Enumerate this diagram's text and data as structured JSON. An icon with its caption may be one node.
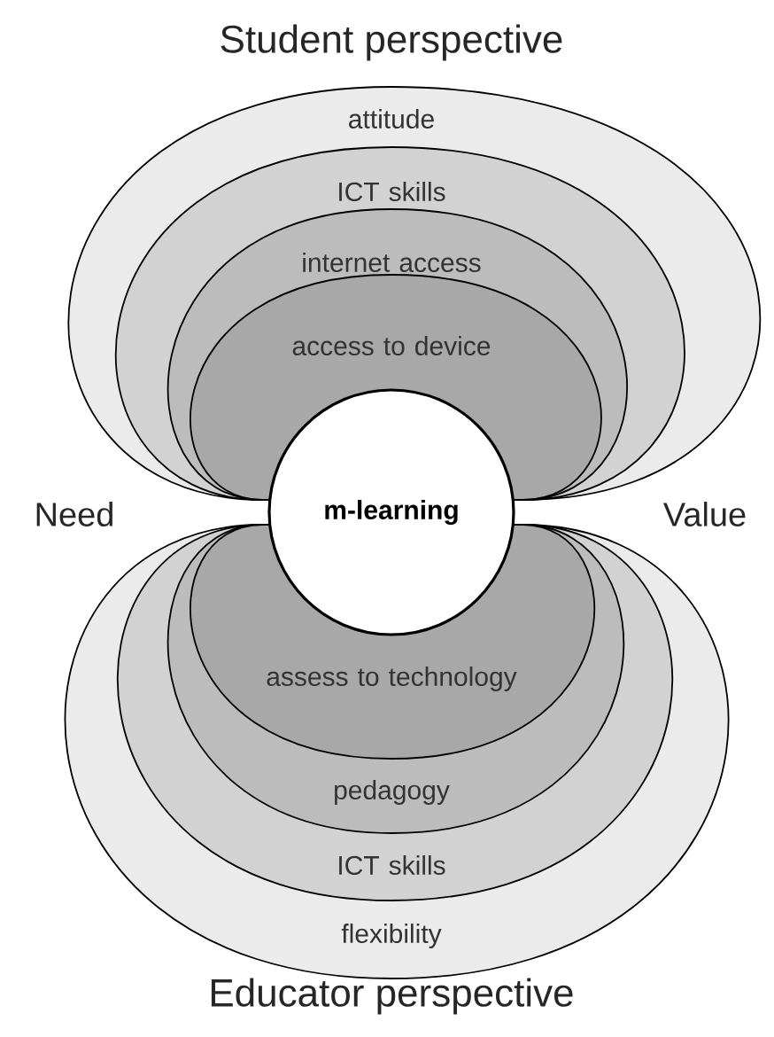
{
  "diagram": {
    "nodes": [
      {
        "text": [
          "m-learning"
        ]
      },
      {
        "text": [
          "attitude"
        ]
      },
      {
        "text": [
          "ICT skills"
        ],
        "in": 1
      },
      {
        "text": [
          "internet access"
        ],
        "in": 2
      },
      {
        "text": [
          "access to device"
        ],
        "in": 3
      },
      {
        "text": [
          "flexibility"
        ]
      },
      {
        "text": [
          "ICT skills"
        ],
        "in": 5
      },
      {
        "text": [
          "pedagogy"
        ],
        "in": 6
      },
      {
        "text": [
          "assess to technology"
        ],
        "in": 7
      }
    ],
    "labels": [
      "Student perspective",
      "Need",
      "Value",
      "Educator perspective"
    ]
  }
}
